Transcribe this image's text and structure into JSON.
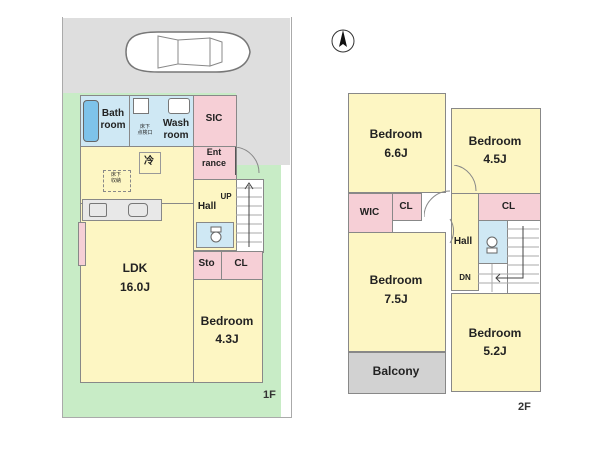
{
  "colors": {
    "room": "#fdf6c3",
    "wet": "#cfe8f4",
    "pink": "#f6cfd6",
    "wall": "#666666",
    "garden": "#c8ecc6",
    "paving": "#dedede",
    "balcony": "#d2d2d2"
  },
  "icons": {
    "compass": "north-arrow-icon",
    "car": "car-icon",
    "toilet": "toilet-icon",
    "stairs": "stairs-icon"
  },
  "floor1": {
    "label": "1F",
    "rooms": {
      "bath": "Bath\nroom",
      "wash": "Wash\nroom",
      "sic": "SIC",
      "entrance": "Ent\nrance",
      "hall": "Hall",
      "up": "UP",
      "ldk_name": "LDK",
      "ldk_size": "16.0J",
      "sto": "Sto",
      "cl": "CL",
      "bedroom_name": "Bedroom",
      "bedroom_size": "4.3J",
      "fridge": "冷"
    },
    "small_notes": {
      "under_floor_inspection": "床下\n点検口",
      "under_floor_storage": "床下\n収納"
    }
  },
  "floor2": {
    "label": "2F",
    "rooms": {
      "bed1_name": "Bedroom",
      "bed1_size": "6.6J",
      "bed2_name": "Bedroom",
      "bed2_size": "4.5J",
      "wic": "WIC",
      "cl_left": "CL",
      "cl_right": "CL",
      "hall": "Hall",
      "dn": "DN",
      "bed3_name": "Bedroom",
      "bed3_size": "7.5J",
      "bed4_name": "Bedroom",
      "bed4_size": "5.2J",
      "balcony": "Balcony"
    }
  }
}
